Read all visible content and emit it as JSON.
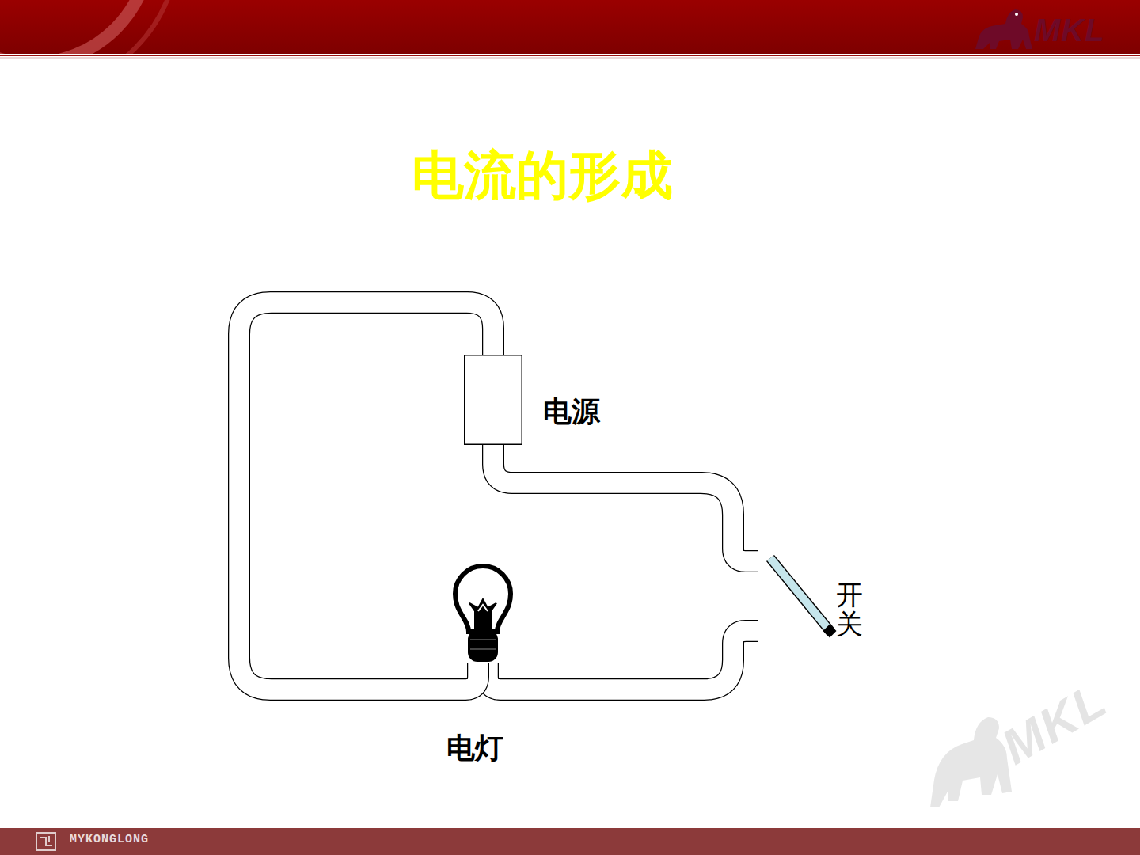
{
  "diagram": {
    "title": "电流的形成",
    "nodes": [
      {
        "text": [
          "电源"
        ]
      },
      {
        "text": [
          "开关"
        ]
      },
      {
        "text": [
          "电灯"
        ]
      }
    ],
    "edges": [
      {
        "from": 0,
        "to": 1,
        "arrow": "none"
      },
      {
        "from": 1,
        "to": 2,
        "arrow": "none"
      },
      {
        "from": 2,
        "to": 0,
        "arrow": "none"
      }
    ],
    "labels": [
      "MKL",
      "MKL",
      "MYKONGLONG"
    ]
  }
}
